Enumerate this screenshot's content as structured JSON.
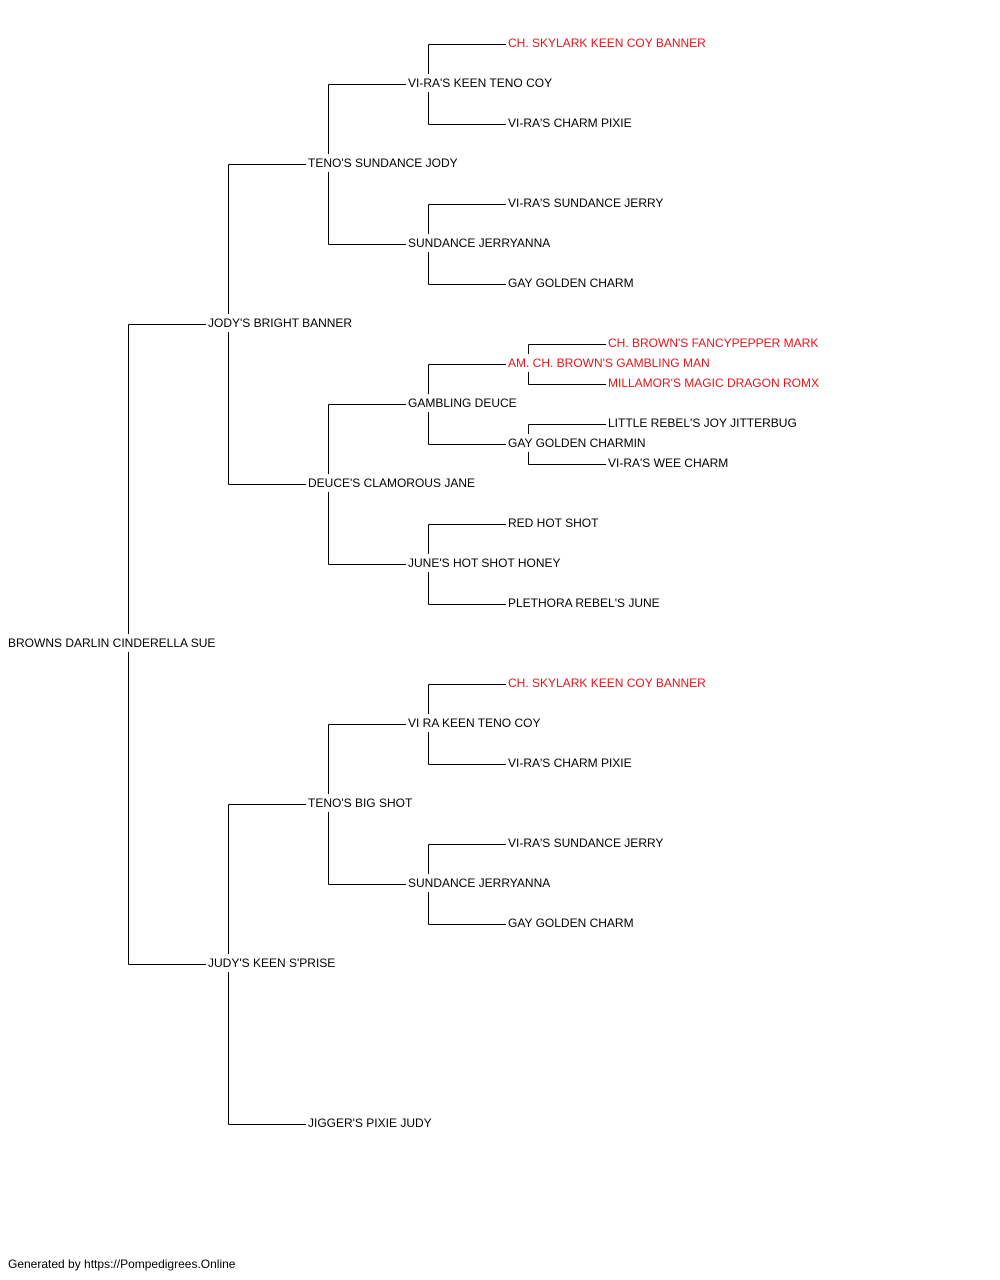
{
  "colors": {
    "line": "#000000",
    "text": "#000000",
    "highlight": "#e8141b"
  },
  "subject": {
    "name": "BROWNS DARLIN CINDERELLA SUE"
  },
  "sire": {
    "name": "JODY'S BRIGHT BANNER",
    "sire": {
      "name": "TENO'S SUNDANCE JODY",
      "sire": {
        "name": "VI-RA'S KEEN TENO COY",
        "sire": {
          "name": "CH. SKYLARK KEEN COY BANNER",
          "highlight": true
        },
        "dam": {
          "name": "VI-RA'S CHARM PIXIE"
        }
      },
      "dam": {
        "name": "SUNDANCE JERRYANNA",
        "sire": {
          "name": "VI-RA'S SUNDANCE JERRY"
        },
        "dam": {
          "name": "GAY GOLDEN CHARM"
        }
      }
    },
    "dam": {
      "name": "DEUCE'S CLAMOROUS JANE",
      "sire": {
        "name": "GAMBLING DEUCE",
        "sire": {
          "name": "AM. CH. BROWN'S GAMBLING MAN",
          "highlight": true,
          "sire": {
            "name": "CH. BROWN'S FANCYPEPPER MARK",
            "highlight": true
          },
          "dam": {
            "name": "MILLAMOR'S MAGIC DRAGON ROMX",
            "highlight": true
          }
        },
        "dam": {
          "name": "GAY GOLDEN CHARMIN",
          "sire": {
            "name": "LITTLE REBEL'S JOY JITTERBUG"
          },
          "dam": {
            "name": "VI-RA'S WEE CHARM"
          }
        }
      },
      "dam": {
        "name": "JUNE'S HOT SHOT HONEY",
        "sire": {
          "name": "RED HOT SHOT"
        },
        "dam": {
          "name": "PLETHORA REBEL'S JUNE"
        }
      }
    }
  },
  "dam": {
    "name": "JUDY'S KEEN S'PRISE",
    "sire": {
      "name": "TENO'S BIG SHOT",
      "sire": {
        "name": "VI RA KEEN TENO COY",
        "sire": {
          "name": "CH. SKYLARK KEEN COY BANNER",
          "highlight": true
        },
        "dam": {
          "name": "VI-RA'S CHARM PIXIE"
        }
      },
      "dam": {
        "name": "SUNDANCE JERRYANNA",
        "sire": {
          "name": "VI-RA'S SUNDANCE JERRY"
        },
        "dam": {
          "name": "GAY GOLDEN CHARM"
        }
      }
    },
    "dam": {
      "name": "JIGGER'S PIXIE JUDY"
    }
  },
  "footer": {
    "text": "Generated by https://Pompedigrees.Online"
  }
}
